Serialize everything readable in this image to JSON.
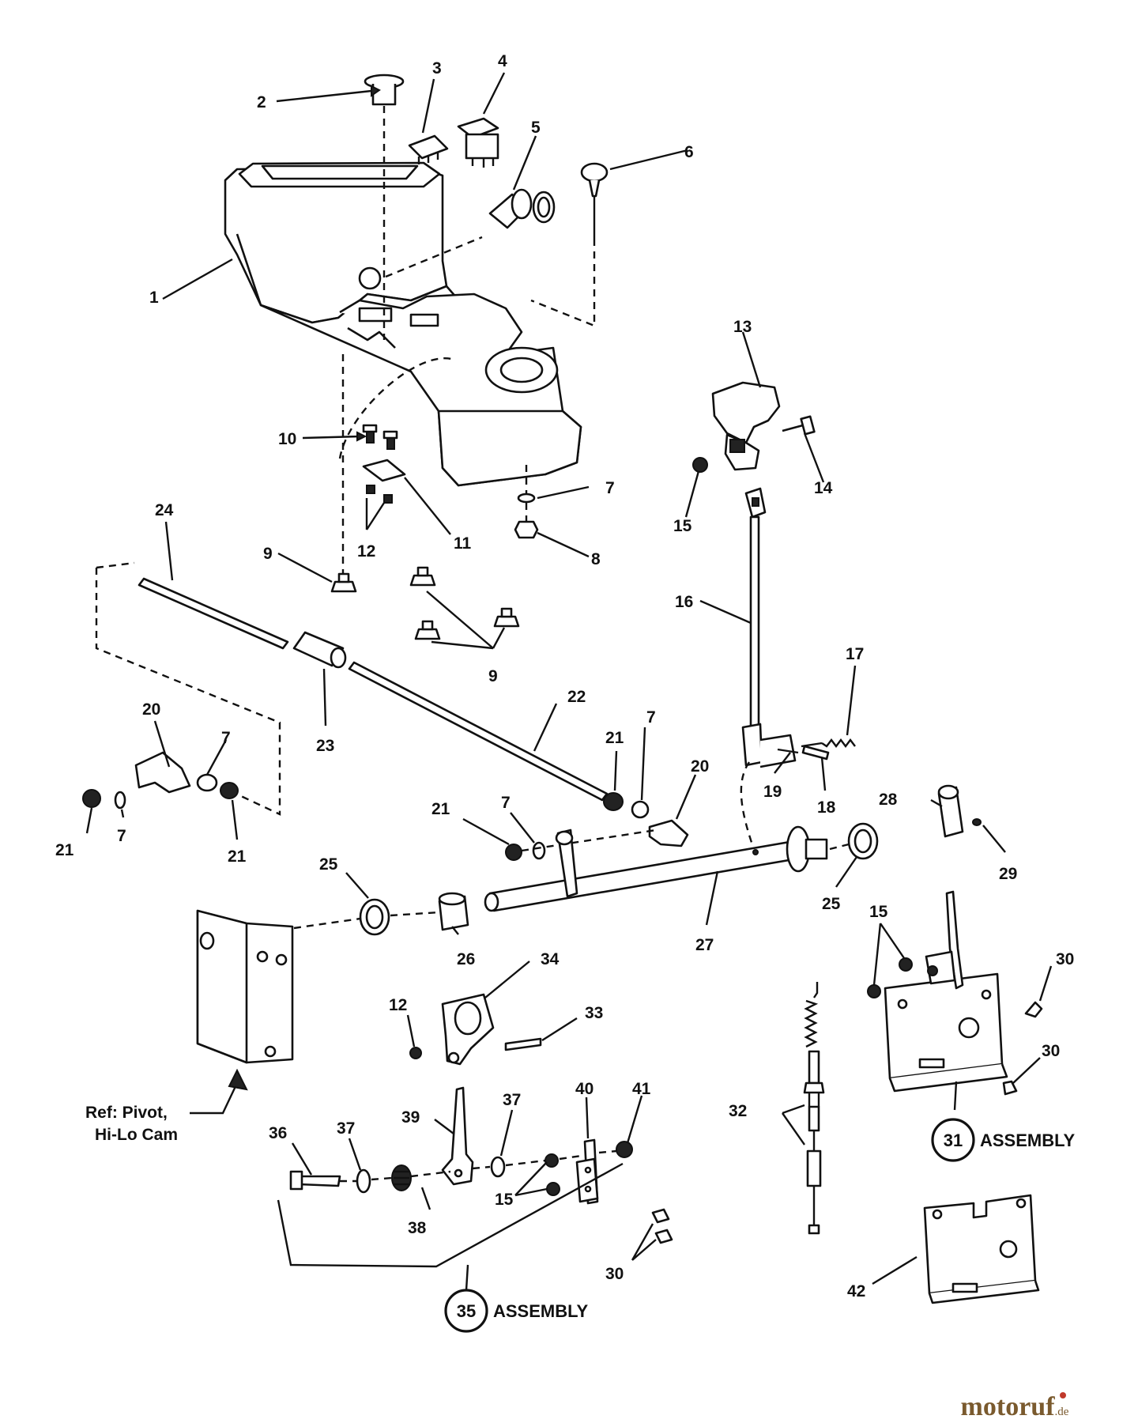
{
  "callouts": [
    {
      "id": "c1",
      "text": "1"
    },
    {
      "id": "c2",
      "text": "2"
    },
    {
      "id": "c3",
      "text": "3"
    },
    {
      "id": "c4",
      "text": "4"
    },
    {
      "id": "c5",
      "text": "5"
    },
    {
      "id": "c6",
      "text": "6"
    },
    {
      "id": "c7a",
      "text": "7"
    },
    {
      "id": "c8",
      "text": "8"
    },
    {
      "id": "c9a",
      "text": "9"
    },
    {
      "id": "c10",
      "text": "10"
    },
    {
      "id": "c11",
      "text": "11"
    },
    {
      "id": "c12a",
      "text": "12"
    },
    {
      "id": "c13",
      "text": "13"
    },
    {
      "id": "c14",
      "text": "14"
    },
    {
      "id": "c15a",
      "text": "15"
    },
    {
      "id": "c16",
      "text": "16"
    },
    {
      "id": "c17",
      "text": "17"
    },
    {
      "id": "c18",
      "text": "18"
    },
    {
      "id": "c19",
      "text": "19"
    },
    {
      "id": "c9b",
      "text": "9"
    },
    {
      "id": "c24",
      "text": "24"
    },
    {
      "id": "c22",
      "text": "22"
    },
    {
      "id": "c23",
      "text": "23"
    },
    {
      "id": "c20a",
      "text": "20"
    },
    {
      "id": "c7b",
      "text": "7"
    },
    {
      "id": "c21a",
      "text": "21"
    },
    {
      "id": "c7c",
      "text": "7"
    },
    {
      "id": "c21b",
      "text": "21"
    },
    {
      "id": "c21c",
      "text": "21"
    },
    {
      "id": "c7d",
      "text": "7"
    },
    {
      "id": "c20b",
      "text": "20"
    },
    {
      "id": "c21d",
      "text": "21"
    },
    {
      "id": "c7e",
      "text": "7"
    },
    {
      "id": "c28",
      "text": "28"
    },
    {
      "id": "c29",
      "text": "29"
    },
    {
      "id": "c25a",
      "text": "25"
    },
    {
      "id": "c25b",
      "text": "25"
    },
    {
      "id": "c26",
      "text": "26"
    },
    {
      "id": "c27",
      "text": "27"
    },
    {
      "id": "c15b",
      "text": "15"
    },
    {
      "id": "c30a",
      "text": "30"
    },
    {
      "id": "c34",
      "text": "34"
    },
    {
      "id": "c12b",
      "text": "12"
    },
    {
      "id": "c33",
      "text": "33"
    },
    {
      "id": "c30b",
      "text": "30"
    },
    {
      "id": "c32",
      "text": "32"
    },
    {
      "id": "c36",
      "text": "36"
    },
    {
      "id": "c37a",
      "text": "37"
    },
    {
      "id": "c39",
      "text": "39"
    },
    {
      "id": "c37b",
      "text": "37"
    },
    {
      "id": "c40",
      "text": "40"
    },
    {
      "id": "c41",
      "text": "41"
    },
    {
      "id": "c15c",
      "text": "15"
    },
    {
      "id": "c38",
      "text": "38"
    },
    {
      "id": "c30c",
      "text": "30"
    },
    {
      "id": "c42",
      "text": "42"
    }
  ],
  "assemblies": [
    {
      "id": "a31",
      "number": "31",
      "label": "ASSEMBLY"
    },
    {
      "id": "a35",
      "number": "35",
      "label": "ASSEMBLY"
    }
  ],
  "reference_note": {
    "line1": "Ref: Pivot,",
    "line2": "Hi-Lo Cam"
  },
  "watermark": {
    "brand": "motoruf",
    "suffix": ".de",
    "color_main": "#7a5a2e",
    "color_dot": "#c0392b"
  }
}
